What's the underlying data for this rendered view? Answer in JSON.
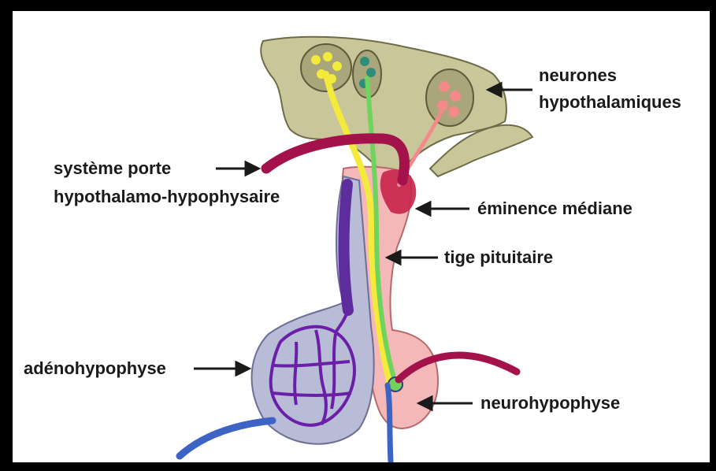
{
  "labels": {
    "neurones_line1": "neurones",
    "neurones_line2": "hypothalamiques",
    "systeme_line1": "système porte",
    "systeme_line2": "hypothalamo-hypophysaire",
    "eminence": "éminence médiane",
    "tige": "tige pituitaire",
    "adeno": "adénohypophyse",
    "neuro": "neurohypophyse"
  },
  "colors": {
    "hypothalamus": "#c9c79a",
    "portal_vessel": "#a3124a",
    "adenohypophysis": "#b9bcd6",
    "neurohypophysis": "#f4b8b8",
    "capillary_network": "#6b1fa8",
    "axon_yellow": "#f3ea3c",
    "axon_green": "#6fd35e",
    "axon_pink": "#f28a8a"
  }
}
